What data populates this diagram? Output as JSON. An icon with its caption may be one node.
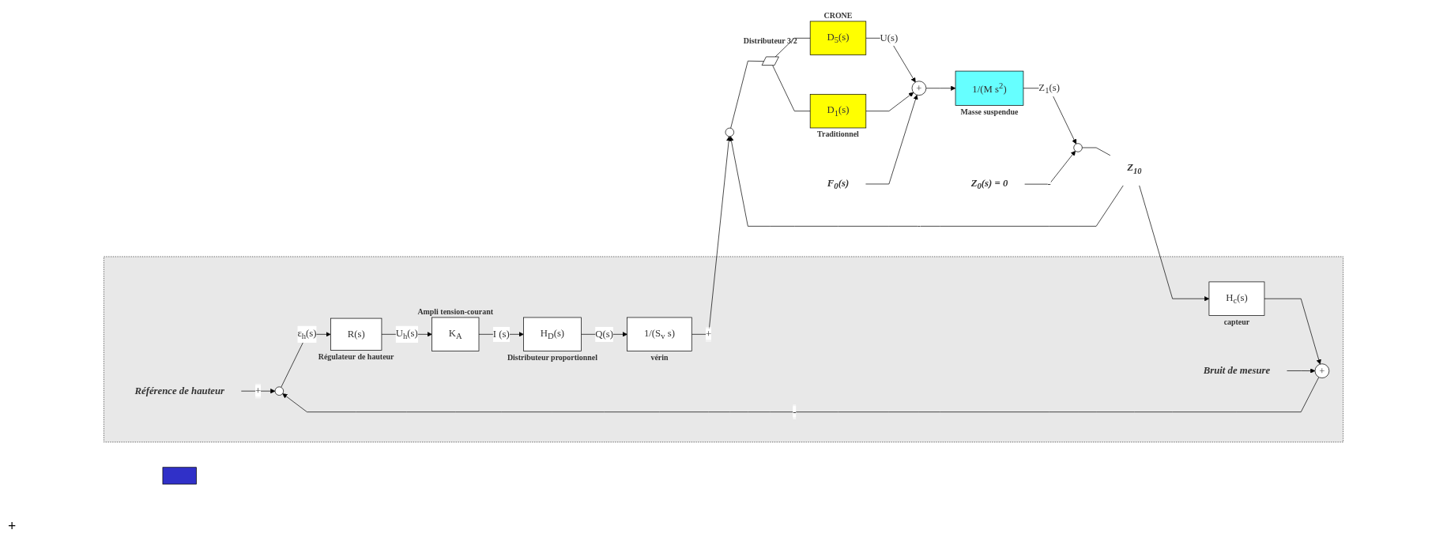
{
  "diagram": {
    "nodes": [
      {
        "text": [],
        "shape": "box"
      },
      {
        "text": [
          "Référence de hauteur"
        ],
        "in": 0
      },
      {
        "text": [],
        "shape": "circle",
        "in": 0
      },
      {
        "text": [
          "R(s)"
        ],
        "beside": [
          "Régulateur de hauteur"
        ],
        "in": 0
      },
      {
        "text": [
          "K$_{A}$"
        ],
        "beside": [
          "Ampli tension-courant"
        ],
        "in": 0
      },
      {
        "text": [
          "H$_{D}$(s)"
        ],
        "beside": [
          "Distributeur proportionnel"
        ],
        "in": 0
      },
      {
        "text": [
          "1/(S$_{v}$ s)"
        ],
        "beside": [
          "vérin"
        ],
        "in": 0
      },
      {
        "text": [],
        "shape": "circle"
      },
      {
        "text": [],
        "shape": "switch",
        "beside": [
          "Distributeur 3/2"
        ]
      },
      {
        "text": [
          "D$_{5}$(s)"
        ],
        "beside": [
          "CRONE"
        ]
      },
      {
        "text": [
          "D$_{1}$(s)"
        ],
        "beside": [
          "Traditionnel"
        ]
      },
      {
        "text": [
          "+"
        ]
      },
      {
        "text": [
          "F$_{0}$(s)"
        ]
      },
      {
        "text": [
          "1/(M s$^{2}$)"
        ],
        "beside": [
          "Masse suspendue"
        ]
      },
      {
        "text": [],
        "shape": "circle"
      },
      {
        "text": [
          "Z$_{0}$(s) = 0"
        ]
      },
      {
        "text": [
          "Z$_{10}$"
        ]
      },
      {
        "text": [
          "H$_{c}$(s)"
        ],
        "beside": [
          "capteur"
        ],
        "in": 0
      },
      {
        "text": [
          "+"
        ],
        "in": 0
      },
      {
        "text": [
          "Bruit de mesure"
        ],
        "in": 0
      },
      {
        "text": [],
        "shape": "bar"
      }
    ],
    "edges": [
      {
        "from": 1,
        "to": 2,
        "arrow": "to",
        "label": "+"
      },
      {
        "from": 2,
        "to": 3,
        "arrow": "to",
        "label": "ε$_{h}$(s)"
      },
      {
        "from": 3,
        "to": 4,
        "arrow": "to",
        "label": "U$_{h}$(s)"
      },
      {
        "from": 4,
        "to": 5,
        "arrow": "to",
        "label": "I (s)"
      },
      {
        "from": 5,
        "to": 6,
        "arrow": "to",
        "label": "Q(s)"
      },
      {
        "from": 6,
        "to": 7,
        "arrow": "to",
        "label": "+"
      },
      {
        "from": 7,
        "to": 8,
        "arrow": "none"
      },
      {
        "from": 8,
        "to": 9,
        "arrow": "none"
      },
      {
        "from": 8,
        "to": 10,
        "arrow": "none"
      },
      {
        "from": 9,
        "to": 11,
        "arrow": "to",
        "label": "U(s)"
      },
      {
        "from": 10,
        "to": 11,
        "arrow": "to"
      },
      {
        "from": 12,
        "to": 11,
        "arrow": "to"
      },
      {
        "from": 11,
        "to": 13,
        "arrow": "to"
      },
      {
        "from": 13,
        "to": 14,
        "arrow": "to",
        "label": "Z$_{1}$(s)"
      },
      {
        "from": 15,
        "to": 14,
        "arrow": "to",
        "label": "-"
      },
      {
        "from": 14,
        "to": 16,
        "arrow": "none"
      },
      {
        "from": 16,
        "to": 7,
        "arrow": "to",
        "label": "-"
      },
      {
        "from": 16,
        "to": 17,
        "arrow": "to"
      },
      {
        "from": 17,
        "to": 18,
        "arrow": "to"
      },
      {
        "from": 19,
        "to": 18,
        "arrow": "to"
      },
      {
        "from": 18,
        "to": 2,
        "arrow": "to",
        "label": "-"
      }
    ],
    "labels": [
      "+"
    ]
  }
}
